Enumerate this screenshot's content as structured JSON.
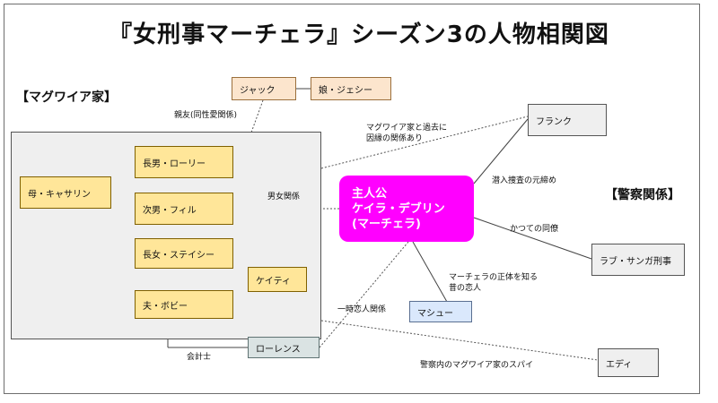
{
  "title": "『女刑事マーチェラ』シーズン3の人物相関図",
  "sections": {
    "family": "【マグワイア家】",
    "police": "【警察関係】"
  },
  "main_character": {
    "line1": "主人公",
    "line2": "ケイラ・デブリン",
    "line3": "(マーチェラ)"
  },
  "nodes": {
    "jack": "ジャック",
    "jessie": "娘・ジェシー",
    "mother": "母・キャサリン",
    "son1": "長男・ローリー",
    "son2": "次男・フィル",
    "daughter": "長女・ステイシー",
    "katie": "ケイティ",
    "husband": "夫・ボビー",
    "lawrence": "ローレンス",
    "frank": "フランク",
    "rab": "ラブ・サンガ刑事",
    "matthew": "マシュー",
    "eddie": "エディ"
  },
  "labels": {
    "best_friend": "親友(同性愛関係)",
    "past_relation_1": "マグワイア家と過去に",
    "past_relation_2": "因縁の関係あり",
    "lovers": "男女関係",
    "undercover_chief": "潜入捜査の元締め",
    "former_colleague": "かつての同僚",
    "ex_lover_1": "マーチェラの正体を知る",
    "ex_lover_2": "昔の恋人",
    "temporary_lover": "一時恋人関係",
    "accountant": "会計士",
    "spy": "警察内のマグワイア家のスパイ"
  }
}
